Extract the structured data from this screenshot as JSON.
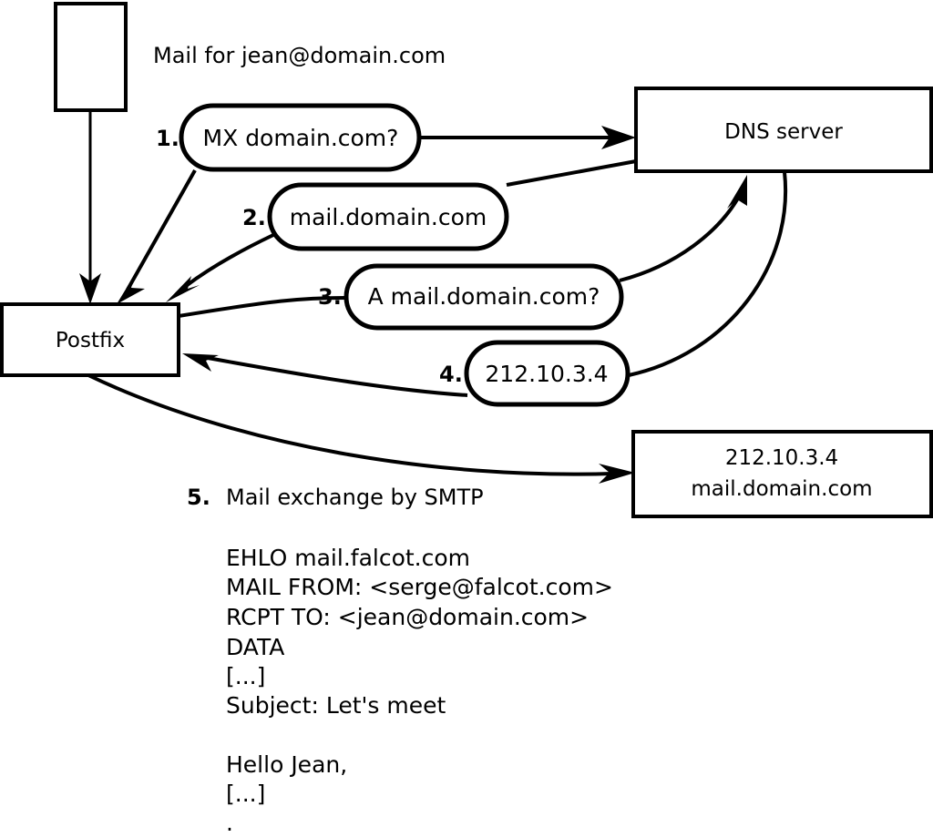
{
  "diagram": {
    "title_caption": "Mail for jean@domain.com",
    "nodes": [
      {
        "id": "mailbox",
        "label": ""
      },
      {
        "id": "postfix",
        "label": "Postfix"
      },
      {
        "id": "dns",
        "label": "DNS server"
      },
      {
        "id": "destination",
        "label_line1": "212.10.3.4",
        "label_line2": "mail.domain.com"
      }
    ],
    "steps": [
      {
        "number": "1.",
        "label": "MX domain.com?"
      },
      {
        "number": "2.",
        "label": "mail.domain.com"
      },
      {
        "number": "3.",
        "label": "A mail.domain.com?"
      },
      {
        "number": "4.",
        "label": "212.10.3.4"
      }
    ],
    "step5": {
      "number": "5.",
      "label": "Mail exchange by SMTP"
    },
    "smtp_transcript": [
      "EHLO mail.falcot.com",
      "MAIL FROM: <serge@falcot.com>",
      "RCPT TO: <jean@domain.com>",
      "DATA",
      "[...]",
      "Subject: Let's meet",
      "",
      "Hello Jean,",
      "[...]",
      "",
      "."
    ],
    "colors": {
      "stroke": "#000000",
      "fill": "#ffffff",
      "text": "#000000"
    }
  }
}
